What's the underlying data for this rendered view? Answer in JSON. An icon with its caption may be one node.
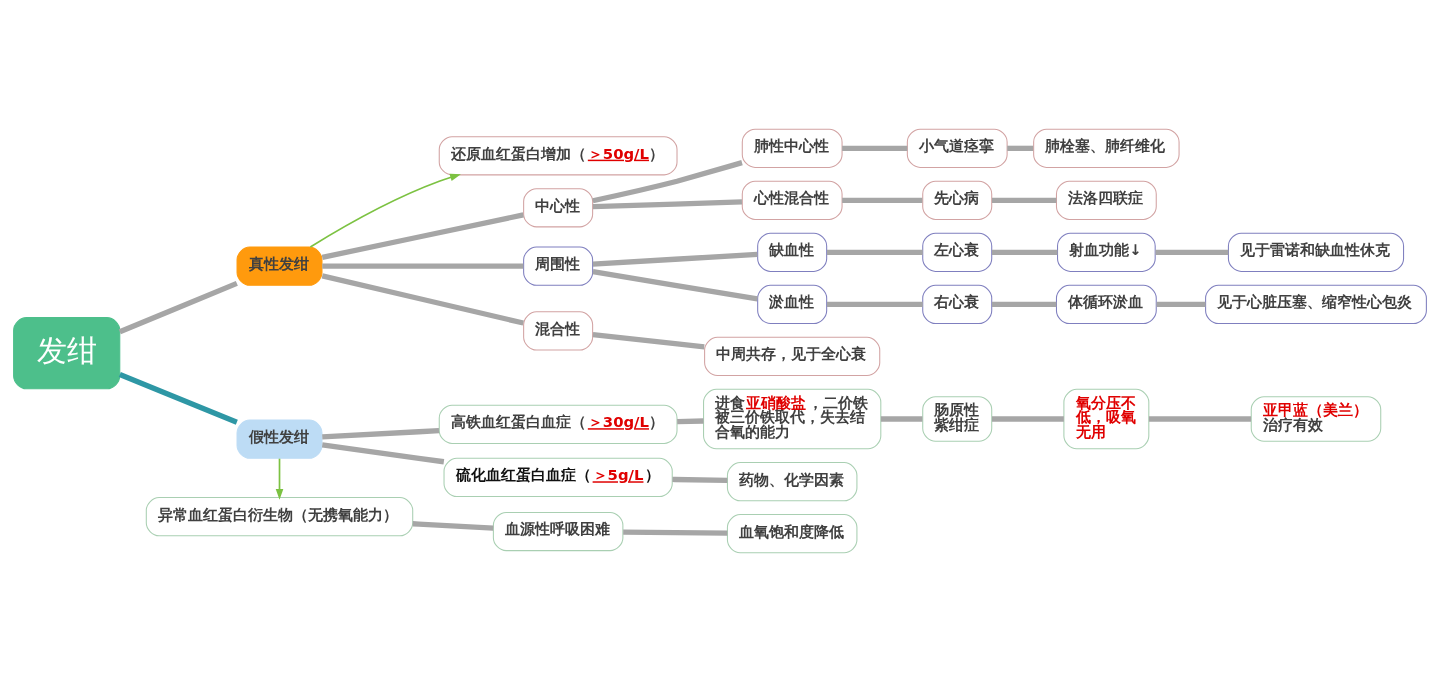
{
  "diagram": {
    "nodes": [
      {
        "text": [
          "发绀"
        ]
      },
      {
        "text": [
          "还原血红蛋白增加（**＞50g/L**）"
        ]
      },
      {
        "text": [
          "真性发绀"
        ]
      },
      {
        "text": [
          "中心性"
        ]
      },
      {
        "text": [
          "肺性中心性"
        ]
      },
      {
        "text": [
          "小气道痉挛"
        ]
      },
      {
        "text": [
          "肺栓塞、肺纤维化"
        ]
      },
      {
        "text": [
          "心性混合性"
        ]
      },
      {
        "text": [
          "先心病"
        ]
      },
      {
        "text": [
          "法洛四联症"
        ]
      },
      {
        "text": [
          "周围性"
        ]
      },
      {
        "text": [
          "缺血性"
        ]
      },
      {
        "text": [
          "左心衰"
        ]
      },
      {
        "text": [
          "射血功能↓"
        ]
      },
      {
        "text": [
          "见于雷诺和缺血性休克"
        ]
      },
      {
        "text": [
          "淤血性"
        ]
      },
      {
        "text": [
          "右心衰"
        ]
      },
      {
        "text": [
          "体循环淤血"
        ]
      },
      {
        "text": [
          "见于心脏压塞、缩窄性心包炎"
        ]
      },
      {
        "text": [
          "混合性"
        ]
      },
      {
        "text": [
          "中周共存，见于全心衰"
        ]
      },
      {
        "text": [
          "假性发绀"
        ]
      },
      {
        "text": [
          "高铁血红蛋白血症（**＞30g/L**）"
        ]
      },
      {
        "text": [
          "进食**亚硝酸盐**，二价铁被三价铁取代，失去结合氧的能力"
        ]
      },
      {
        "text": [
          "肠原性紫绀症"
        ]
      },
      {
        "text": [
          "氧分压不低，吸氧无用"
        ]
      },
      {
        "text": [
          "**亚甲蓝（美兰）**治疗有效"
        ]
      },
      {
        "text": [
          "硫化血红蛋白血症（**＞5g/L**）"
        ]
      },
      {
        "text": [
          "药物、化学因素"
        ]
      },
      {
        "text": [
          "异常血红蛋白衍生物（无携氧能力）"
        ]
      },
      {
        "text": [
          "血源性呼吸困难"
        ]
      },
      {
        "text": [
          "血氧饱和度降低"
        ]
      }
    ],
    "edges": [
      {
        "from": 0,
        "to": 2,
        "arrow": "none"
      },
      {
        "from": 0,
        "to": 21,
        "arrow": "none",
        "color": "#2e97a5"
      },
      {
        "from": 2,
        "to": 1,
        "arrow": "to",
        "color": "#7cc242"
      },
      {
        "from": 2,
        "to": 3,
        "arrow": "none"
      },
      {
        "from": 2,
        "to": 10,
        "arrow": "none"
      },
      {
        "from": 2,
        "to": 19,
        "arrow": "none"
      },
      {
        "from": 3,
        "to": 4,
        "arrow": "none"
      },
      {
        "from": 3,
        "to": 7,
        "arrow": "none"
      },
      {
        "from": 4,
        "to": 5,
        "arrow": "none"
      },
      {
        "from": 5,
        "to": 6,
        "arrow": "none"
      },
      {
        "from": 7,
        "to": 8,
        "arrow": "none"
      },
      {
        "from": 8,
        "to": 9,
        "arrow": "none"
      },
      {
        "from": 10,
        "to": 11,
        "arrow": "none"
      },
      {
        "from": 10,
        "to": 15,
        "arrow": "none"
      },
      {
        "from": 11,
        "to": 12,
        "arrow": "none"
      },
      {
        "from": 12,
        "to": 13,
        "arrow": "none"
      },
      {
        "from": 13,
        "to": 14,
        "arrow": "none"
      },
      {
        "from": 15,
        "to": 16,
        "arrow": "none"
      },
      {
        "from": 16,
        "to": 17,
        "arrow": "none"
      },
      {
        "from": 17,
        "to": 18,
        "arrow": "none"
      },
      {
        "from": 19,
        "to": 20,
        "arrow": "none"
      },
      {
        "from": 21,
        "to": 22,
        "arrow": "none"
      },
      {
        "from": 21,
        "to": 27,
        "arrow": "none"
      },
      {
        "from": 22,
        "to": 23,
        "arrow": "none"
      },
      {
        "from": 23,
        "to": 24,
        "arrow": "none"
      },
      {
        "from": 24,
        "to": 25,
        "arrow": "none"
      },
      {
        "from": 25,
        "to": 26,
        "arrow": "none"
      },
      {
        "from": 27,
        "to": 28,
        "arrow": "none"
      },
      {
        "from": 21,
        "to": 29,
        "arrow": "to",
        "color": "#7cc242"
      },
      {
        "from": 29,
        "to": 30,
        "arrow": "none"
      },
      {
        "from": 30,
        "to": 31,
        "arrow": "none"
      }
    ]
  }
}
